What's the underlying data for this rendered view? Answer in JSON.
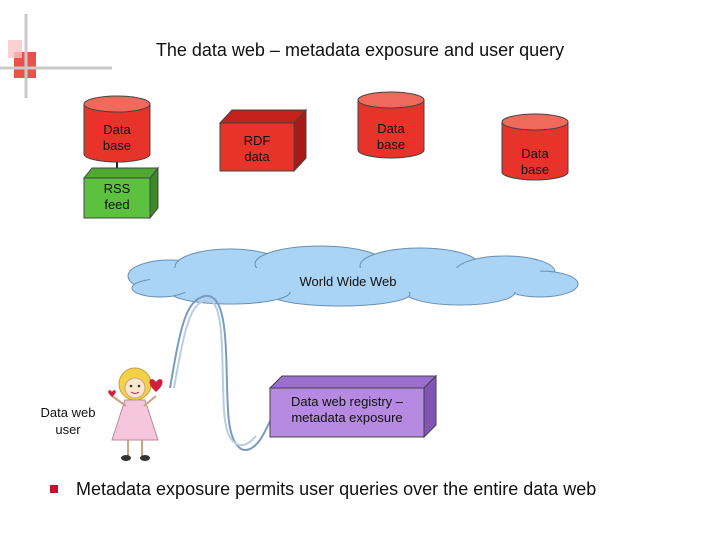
{
  "title": "The data web – metadata exposure and user query",
  "nodes": {
    "database_left": "Data\nbase",
    "rdf_data": "RDF\ndata",
    "database_middle": "Data\nbase",
    "database_right": "Data\nbase",
    "rss_feed": "RSS\nfeed",
    "world_wide_web": "World Wide Web",
    "registry": "Data web registry –\nmetadata exposure",
    "user": "Data web\nuser"
  },
  "bullet": "Metadata exposure permits user queries over the entire data web",
  "colors": {
    "database": "#e8332a",
    "rss_feed": "#5cc13e",
    "cloud": "#a9d4f5",
    "registry": "#b58ae0",
    "bullet_mark": "#c8102e"
  }
}
